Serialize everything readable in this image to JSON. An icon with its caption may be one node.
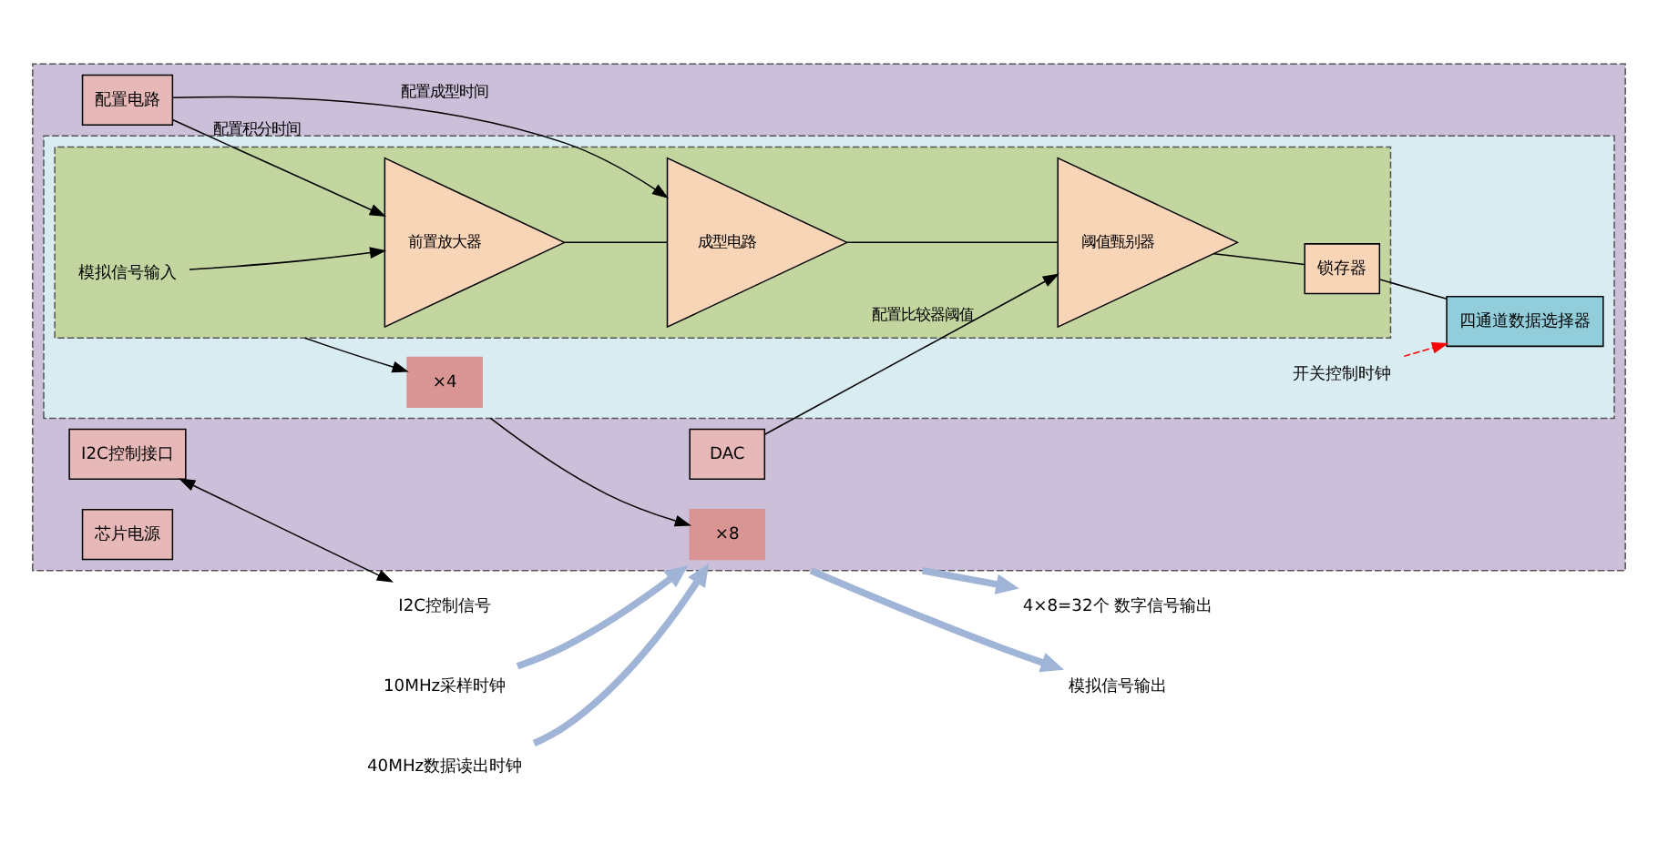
{
  "diagram": {
    "nodes": [
      {
        "text": [],
        "shape": "box"
      },
      {
        "text": [
          "×8"
        ],
        "in": 0
      },
      {
        "text": [],
        "shape": "box",
        "in": 0
      },
      {
        "text": [
          "×4"
        ],
        "in": 2
      },
      {
        "text": [],
        "shape": "box",
        "in": 2
      },
      {
        "text": [
          "模拟信号输入"
        ],
        "in": 4
      },
      {
        "text": [
          "前置放大器"
        ],
        "in": 4
      },
      {
        "text": [
          "成型电路"
        ],
        "in": 4
      },
      {
        "text": [
          "阈值甄别器"
        ],
        "in": 4
      },
      {
        "text": [
          "锁存器"
        ],
        "in": 4
      },
      {
        "text": [
          "四通道数据选择器"
        ],
        "in": 2
      },
      {
        "text": [
          "开关控制时钟"
        ],
        "in": 2
      },
      {
        "text": [
          "配置电路"
        ],
        "in": 0
      },
      {
        "text": [
          "DAC"
        ],
        "in": 0
      },
      {
        "text": [
          "I2C控制接口"
        ],
        "in": 0
      },
      {
        "text": [
          "芯片电源"
        ],
        "in": 0
      },
      {
        "text": [
          "4×8=32个 数字信号输出"
        ]
      },
      {
        "text": [
          "10MHz采样时钟"
        ]
      },
      {
        "text": [
          "40MHz数据读出时钟"
        ]
      },
      {
        "text": [
          "模拟信号输出"
        ]
      },
      {
        "text": [
          "I2C控制信号"
        ]
      }
    ],
    "edges": [
      {
        "from": 5,
        "to": 6,
        "arrow": "to"
      },
      {
        "from": 6,
        "to": 7,
        "arrow": "none"
      },
      {
        "from": 7,
        "to": 8,
        "arrow": "none"
      },
      {
        "from": 8,
        "to": 9,
        "arrow": "none"
      },
      {
        "from": 9,
        "to": 10,
        "arrow": "none"
      },
      {
        "from": 4,
        "to": 3,
        "arrow": "to"
      },
      {
        "from": 2,
        "to": 1,
        "arrow": "to"
      },
      {
        "from": 11,
        "to": 10,
        "arrow": "to",
        "style": "dashed",
        "color": "#ff0000"
      },
      {
        "from": 12,
        "to": 6,
        "arrow": "to",
        "label": "配置积分时间"
      },
      {
        "from": 12,
        "to": 7,
        "arrow": "to",
        "label": "配置成型时间"
      },
      {
        "from": 13,
        "to": 8,
        "arrow": "to",
        "label": "配置比较器阈值"
      },
      {
        "from": 14,
        "to": 20,
        "arrow": "both"
      },
      {
        "from": 0,
        "to": 16,
        "arrow": "to",
        "style": "thick",
        "color": "#9fb4d6"
      },
      {
        "from": 17,
        "to": 0,
        "arrow": "to",
        "style": "thick",
        "color": "#9fb4d6"
      },
      {
        "from": 18,
        "to": 0,
        "arrow": "to",
        "style": "thick",
        "color": "#9fb4d6"
      },
      {
        "from": 0,
        "to": 19,
        "arrow": "to",
        "style": "thick",
        "color": "#9fb4d6"
      }
    ]
  }
}
